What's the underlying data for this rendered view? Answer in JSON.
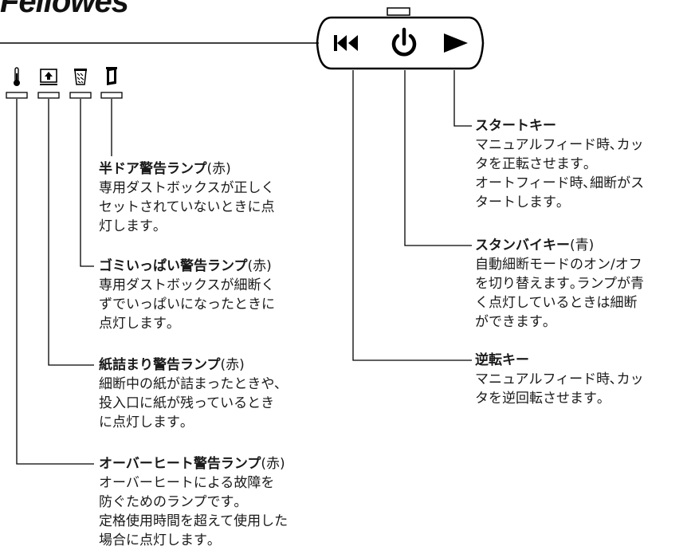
{
  "brand": "Fellowes",
  "icons": {
    "panel_buttons": [
      "reverse-icon",
      "power-icon",
      "play-icon"
    ],
    "lamps": [
      "thermometer-icon",
      "paper-jam-icon",
      "bin-full-icon",
      "bin-door-icon"
    ]
  },
  "labels": {
    "start_key": {
      "title": "スタートキー",
      "lines": [
        "マニュアルフィード時､カッ",
        "タを正転させます｡",
        "オートフィード時､細断がス",
        "タートします｡"
      ]
    },
    "standby_key": {
      "title": "スタンバイキー",
      "suffix": "(青)",
      "lines": [
        "自動細断モードのオン/オフ",
        "を切り替えます｡ランプが青",
        "く点灯しているときは細断",
        "ができます｡"
      ]
    },
    "reverse_key": {
      "title": "逆転キー",
      "lines": [
        "マニュアルフィード時､カッ",
        "タを逆回転させます｡"
      ]
    },
    "half_door_lamp": {
      "title": "半ドア警告ランプ",
      "suffix": "(赤)",
      "lines": [
        "専用ダストボックスが正しく",
        "セットされていないときに点",
        "灯します｡"
      ]
    },
    "bin_full_lamp": {
      "title": "ゴミいっぱい警告ランプ",
      "suffix": "(赤)",
      "lines": [
        "専用ダストボックスが細断く",
        "ずでいっぱいになったときに",
        "点灯します｡"
      ]
    },
    "paper_jam_lamp": {
      "title": "紙詰まり警告ランプ",
      "suffix": "(赤)",
      "lines": [
        "細断中の紙が詰まったときや､",
        "投入口に紙が残っているとき",
        "に点灯します｡"
      ]
    },
    "overheat_lamp": {
      "title": "オーバーヒート警告ランプ",
      "suffix": "(赤)",
      "lines": [
        "オーバーヒートによる故障を",
        "防ぐためのランプです｡",
        "定格使用時間を超えて使用した",
        "場合に点灯します｡"
      ]
    }
  }
}
